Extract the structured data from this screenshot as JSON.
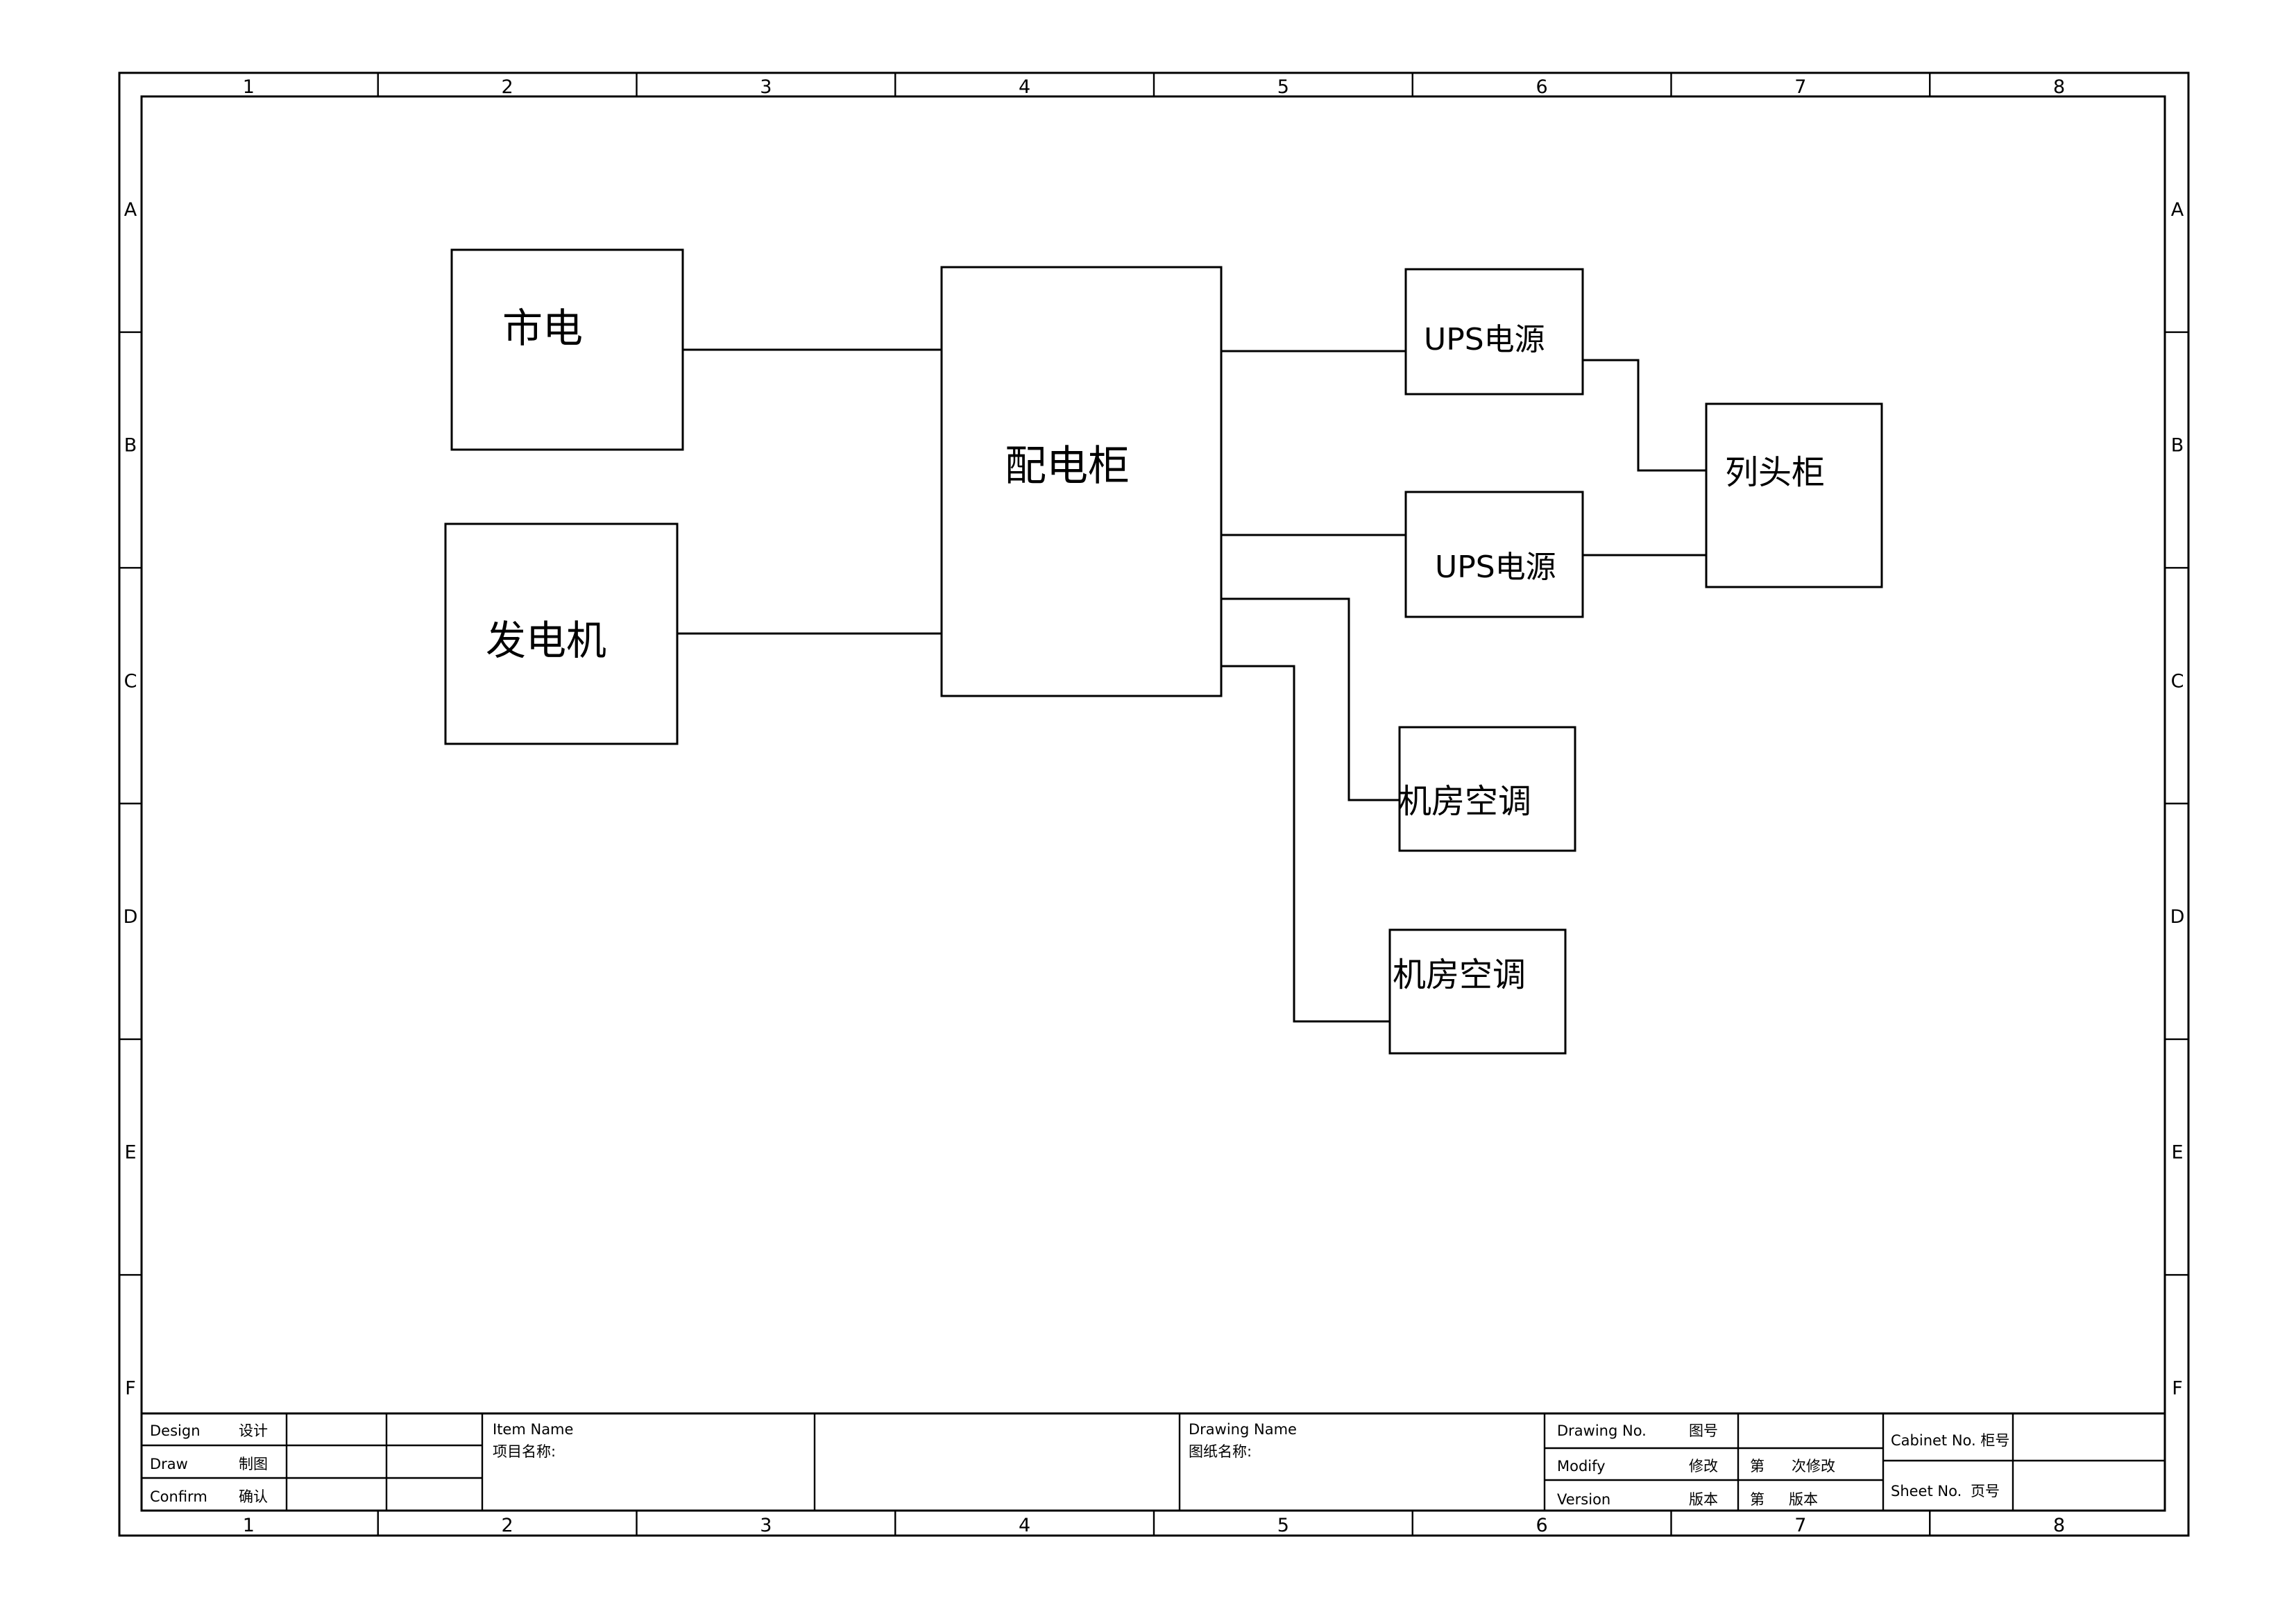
{
  "grid": {
    "columns": [
      "1",
      "2",
      "3",
      "4",
      "5",
      "6",
      "7",
      "8"
    ],
    "rows": [
      "A",
      "B",
      "C",
      "D",
      "E",
      "F"
    ]
  },
  "blocks": {
    "mains": "市电",
    "generator": "发电机",
    "distribution_cabinet": "配电柜",
    "ups_1": "UPS电源",
    "ups_2": "UPS电源",
    "column_head_cabinet": "列头柜",
    "room_ac_1": "机房空调",
    "room_ac_2": "机房空调"
  },
  "title_block": {
    "design": "Design",
    "design_cn": "设计",
    "draw": "Draw",
    "draw_cn": "制图",
    "confirm": "Confirm",
    "confirm_cn": "确认",
    "item_name": "Item Name",
    "item_name_cn": "项目名称:",
    "drawing_name": "Drawing Name",
    "drawing_name_cn": "图纸名称:",
    "drawing_no": "Drawing No.",
    "drawing_no_cn": "图号",
    "modify": "Modify",
    "modify_cn": "修改",
    "modify_prefix": "第",
    "modify_suffix": "次修改",
    "version": "Version",
    "version_cn": "版本",
    "version_prefix": "第",
    "version_suffix": "版本",
    "cabinet_no": "Cabinet No. 柜号",
    "sheet_no": "Sheet No.",
    "sheet_no_cn": "页号"
  }
}
